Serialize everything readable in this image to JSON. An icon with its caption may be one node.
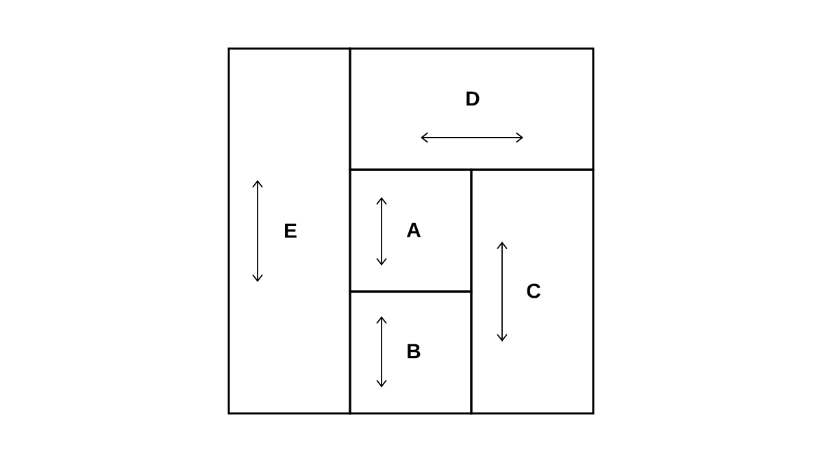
{
  "diagram": {
    "nodes": [
      {
        "text": [
          "E"
        ]
      },
      {
        "text": [
          "D"
        ]
      },
      {
        "text": [
          "A"
        ]
      },
      {
        "text": [
          "B"
        ]
      },
      {
        "text": [
          "C"
        ]
      }
    ]
  }
}
